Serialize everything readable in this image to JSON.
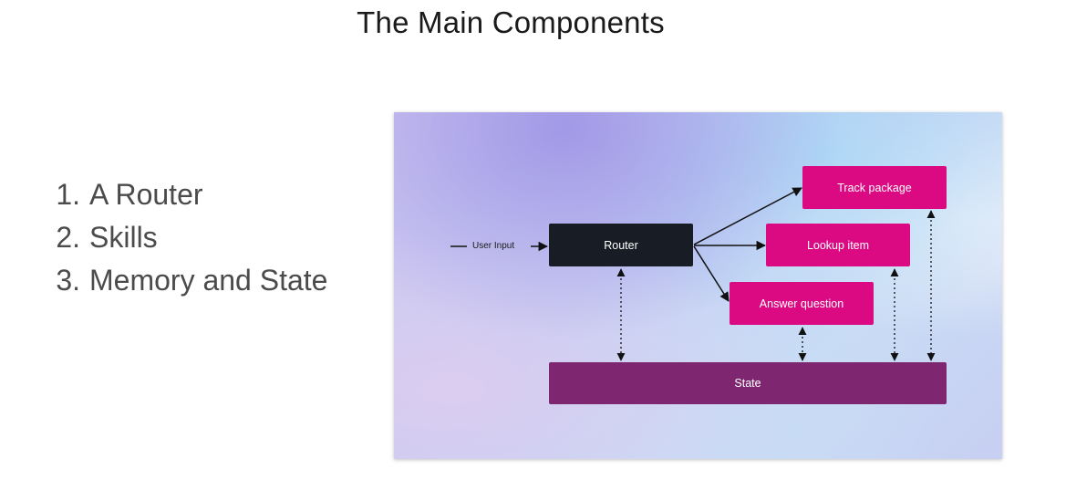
{
  "title": "The Main Components",
  "components": [
    {
      "number": "1.",
      "label": "A Router"
    },
    {
      "number": "2.",
      "label": "Skills"
    },
    {
      "number": "3.",
      "label": "Memory and State"
    }
  ],
  "diagram": {
    "input_label": "User Input",
    "router": "Router",
    "skills": [
      "Track package",
      "Lookup item",
      "Answer question"
    ],
    "state": "State",
    "colors": {
      "router": "#181c24",
      "skill": "#dc0a82",
      "state": "#7e2670"
    }
  }
}
